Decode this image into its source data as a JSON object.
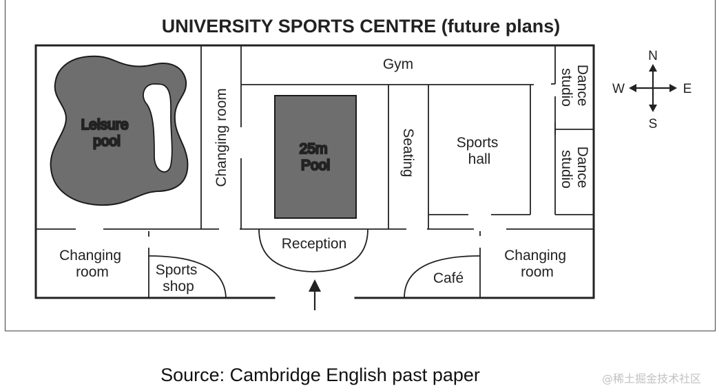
{
  "title": "UNIVERSITY SPORTS CENTRE (future plans)",
  "rooms": {
    "leisure_pool": [
      "Leisure",
      "pool"
    ],
    "changing_room_vertical": "Changing room",
    "gym": "Gym",
    "pool_25m": [
      "25m",
      "Pool"
    ],
    "seating": "Seating",
    "sports_hall": [
      "Sports",
      "hall"
    ],
    "dance_studio": [
      "Dance",
      "studio"
    ],
    "reception": "Reception",
    "changing_room": [
      "Changing",
      "room"
    ],
    "sports_shop": [
      "Sports",
      "shop"
    ],
    "cafe": "Café"
  },
  "compass": {
    "n": "N",
    "s": "S",
    "e": "E",
    "w": "W"
  },
  "source": "Source: Cambridge English past paper",
  "watermark": "@稀土掘金技术社区",
  "colors": {
    "line": "#222222",
    "pool_fill": "#6e6e6e",
    "pool_stroke": "#1a1a1a",
    "frame": "#555555"
  }
}
